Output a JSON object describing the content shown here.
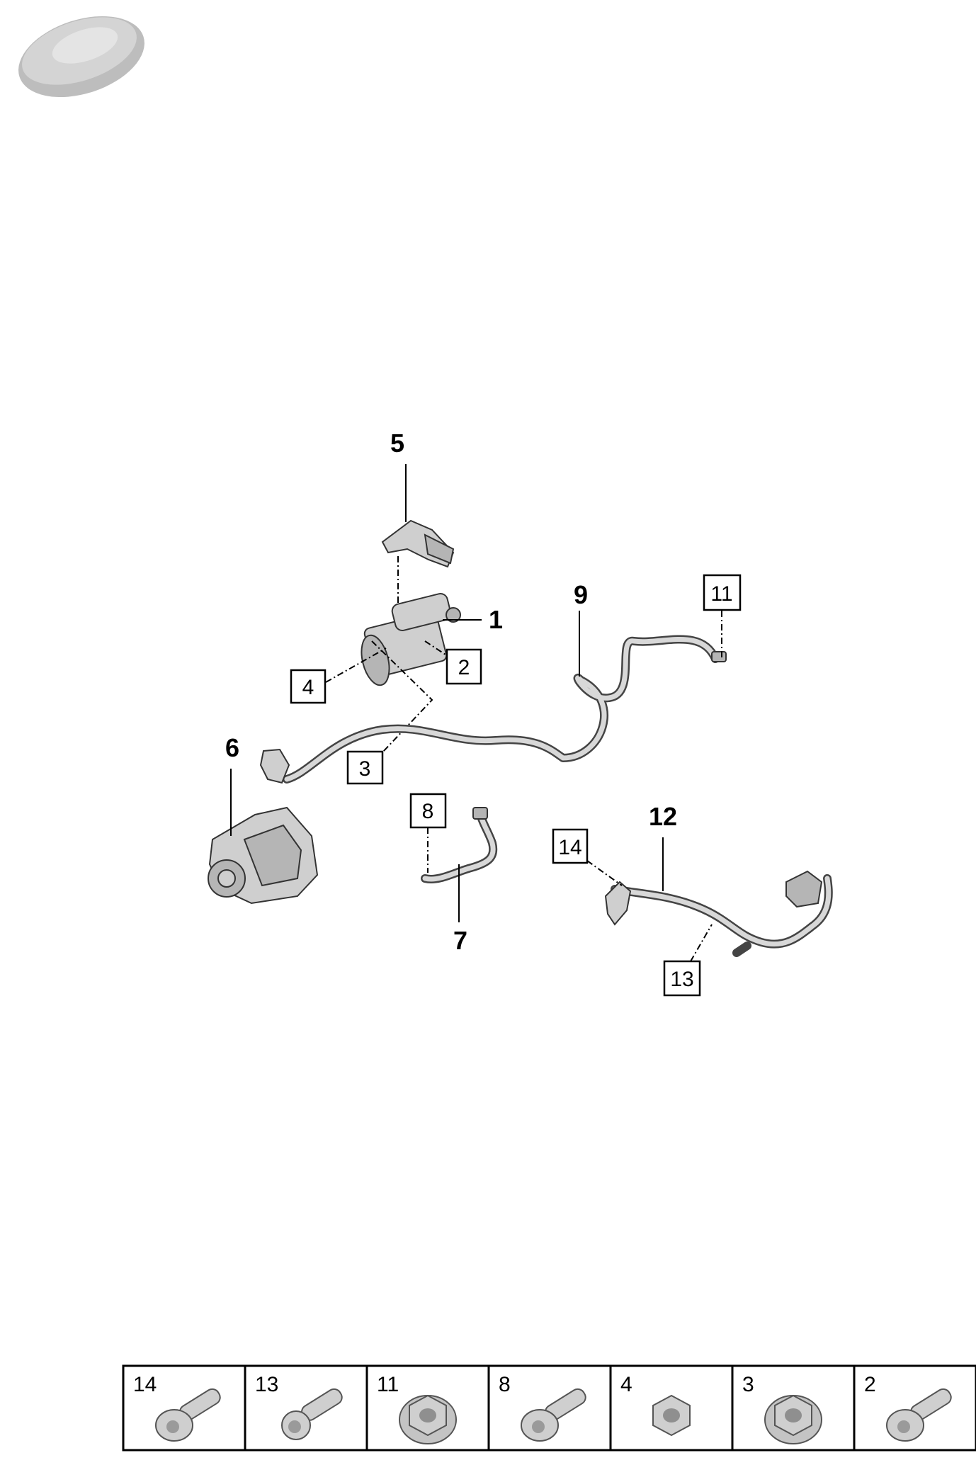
{
  "callouts": {
    "starter": "1",
    "starter_bolt": "2",
    "cable_nut": "3",
    "starter_nut": "4",
    "cover": "5",
    "alternator": "6",
    "ground_cable": "7",
    "ground_bolt": "8",
    "battery_cable": "9",
    "battery_nut": "11",
    "wiring_harness": "12",
    "harness_bolt_13": "13",
    "harness_bolt_14": "14"
  },
  "hardware_table": [
    {
      "number": "14",
      "icon": "flange-bolt-icon"
    },
    {
      "number": "13",
      "icon": "socket-bolt-icon"
    },
    {
      "number": "11",
      "icon": "flange-nut-icon"
    },
    {
      "number": "8",
      "icon": "flange-bolt-icon"
    },
    {
      "number": "4",
      "icon": "hex-nut-icon"
    },
    {
      "number": "3",
      "icon": "flange-nut-icon"
    },
    {
      "number": "2",
      "icon": "flange-bolt-icon"
    }
  ],
  "colors": {
    "part_fill": "#cfcfcf",
    "line": "#000000"
  }
}
